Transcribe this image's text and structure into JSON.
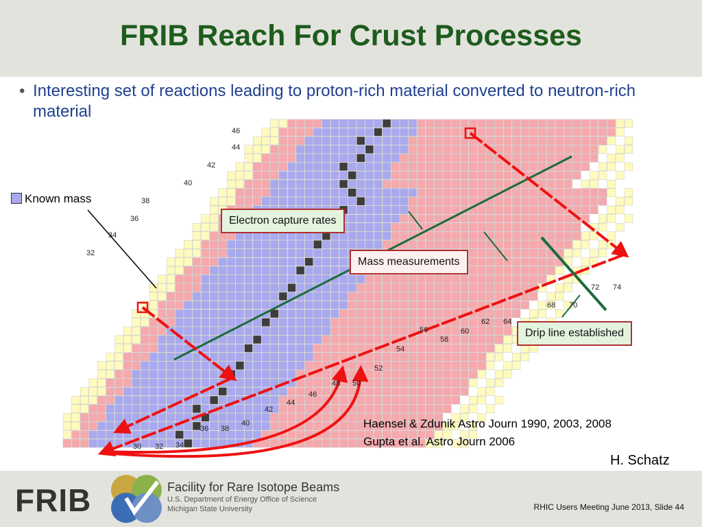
{
  "title": "FRIB Reach For Crust Processes",
  "bullet": "Interesting set of reactions leading to proton-rich material converted to neutron-rich material",
  "legend_known_mass": "Known mass",
  "boxes": {
    "electron_capture": "Electron capture rates",
    "mass_measurements": "Mass measurements",
    "drip_line": "Drip line established"
  },
  "proton_numbers": [
    "46",
    "44",
    "42",
    "40",
    "38",
    "36",
    "34",
    "32"
  ],
  "neutron_numbers_bottom": [
    "30",
    "32",
    "34",
    "36",
    "38",
    "40",
    "42",
    "44",
    "46",
    "48",
    "50",
    "52",
    "54",
    "56",
    "58",
    "60",
    "62",
    "64"
  ],
  "neutron_numbers_upper": [
    "68",
    "70",
    "72",
    "74"
  ],
  "references": {
    "line1": "Haensel & Zdunik Astro Journ 1990, 2003, 2008",
    "line2": "Gupta et al. Astro Journ 2006"
  },
  "author": "H. Schatz",
  "footer": {
    "logo_text": "FRIB",
    "facility_name": "Facility for Rare Isotope Beams",
    "facility_sub1": "U.S. Department of Energy Office of Science",
    "facility_sub2": "Michigan State University",
    "slide_info": "RHIC Users Meeting June 2013, Slide 44"
  },
  "colors": {
    "known": "#a9a9ef",
    "stable": "#3d3d3d",
    "predicted": "#f6a9ad",
    "frib_reach": "#fffbbf",
    "arrow": "#ee1111",
    "line": "#1a6b3c"
  }
}
